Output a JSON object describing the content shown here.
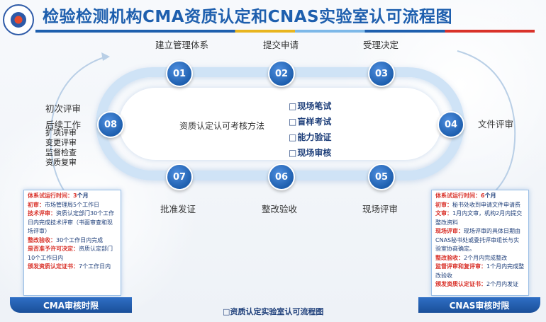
{
  "title": "检验检测机构CMA资质认定和CNAS实验室认可流程图",
  "nodes": [
    {
      "num": "01",
      "label": "建立管理体系"
    },
    {
      "num": "02",
      "label": "提交申请"
    },
    {
      "num": "03",
      "label": "受理决定"
    },
    {
      "num": "04",
      "label": "文件评审"
    },
    {
      "num": "05",
      "label": "现场评审"
    },
    {
      "num": "06",
      "label": "整改验收"
    },
    {
      "num": "07",
      "label": "批准发证"
    },
    {
      "num": "08",
      "label": "初次评审"
    }
  ],
  "followup": {
    "title": "后续工作",
    "items": [
      "扩项评审",
      "变更评审",
      "监督检查",
      "资质复审"
    ]
  },
  "center_label": "资质认定认可考核方法",
  "methods": [
    "现场笔试",
    "盲样考试",
    "能力验证",
    "现场审核"
  ],
  "cma_box": {
    "rows": [
      {
        "key": "体系试运行时间：",
        "hl": "3",
        "text": "个月"
      },
      {
        "key": "初审：",
        "text": "市场管理局5个工作日"
      },
      {
        "key": "技术评审：",
        "text": "资质认定部门30个工作日内完成技术评审（书面审查和现场评审）"
      },
      {
        "key": "整改验收：",
        "text": "30个工作日内完成"
      },
      {
        "key": "是否准予许可决定：",
        "text": "资质认定部门10个工作日内"
      },
      {
        "key": "颁发资质认定证书：",
        "text": "7个工作日内"
      }
    ],
    "caption": "CMA审核时限"
  },
  "cnas_box": {
    "rows": [
      {
        "key": "体系试运行时间：",
        "hl": "6",
        "text": "个月"
      },
      {
        "key": "初审：",
        "text": "秘书处收到申请文件申请费"
      },
      {
        "key": "文审：",
        "text": "1月内文审，机构2月内提交整改资料"
      },
      {
        "key": "现场评审：",
        "text": "现场评审的具体日期由CNAS秘书处或委托评审组长与实验室协商确定。"
      },
      {
        "key": "整改验收：",
        "text": "2个月内完成整改"
      },
      {
        "key": "监督评审和复评审：",
        "text": "1个月内完成整改验收"
      },
      {
        "key": "颁发资质认定证书：",
        "text": "2个月内发证"
      }
    ],
    "caption": "CNAS审核时限"
  },
  "footer": "资质认定实验室认可流程图",
  "colors": {
    "primary": "#1e5fae",
    "accent": "#d9322a"
  }
}
